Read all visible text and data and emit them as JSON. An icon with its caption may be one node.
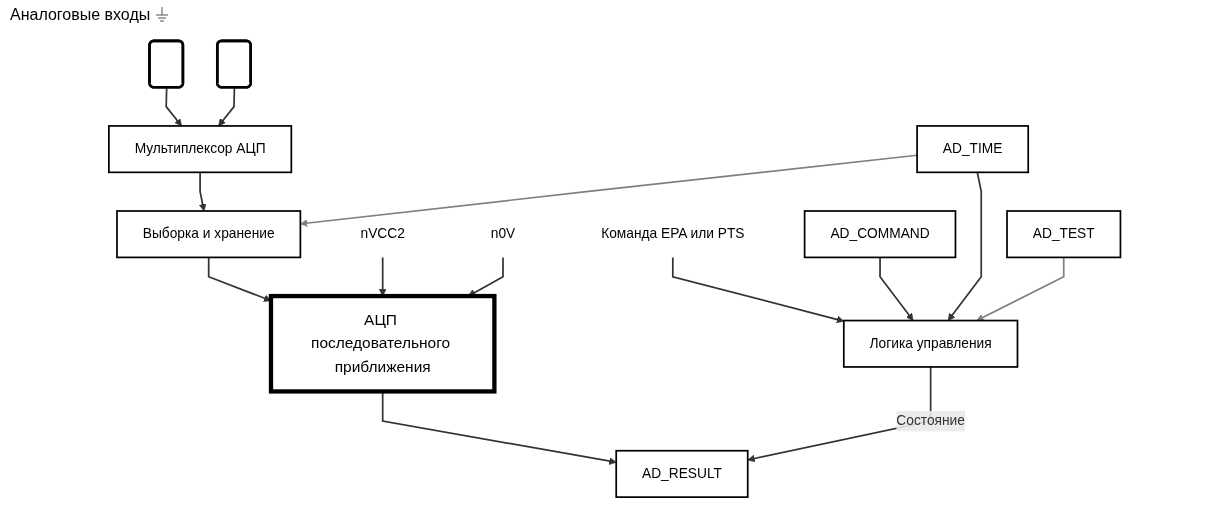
{
  "diagram": {
    "nodes": [
      {
        "text": [],
        "shape": "box"
      },
      {
        "text": [],
        "shape": "box"
      },
      {
        "text": [
          "Мультиплексор АЦП"
        ]
      },
      {
        "text": [
          "Выборка и хранение"
        ]
      },
      {
        "text": [
          "АЦП последовательного приближения"
        ]
      },
      {
        "text": [
          "nVCC2"
        ]
      },
      {
        "text": [
          "n0V"
        ]
      },
      {
        "text": [
          "Команда EPA или PTS"
        ]
      },
      {
        "text": [
          "Логика управления"
        ]
      },
      {
        "text": [
          "AD_RESULT"
        ]
      },
      {
        "text": [
          "AD_COMMAND"
        ]
      },
      {
        "text": [
          "AD_TIME"
        ]
      },
      {
        "text": [
          "AD_TEST"
        ]
      }
    ],
    "edges": [
      {
        "from": 0,
        "to": 2,
        "arrow": "to"
      },
      {
        "from": 1,
        "to": 2,
        "arrow": "to"
      },
      {
        "from": 2,
        "to": 3,
        "arrow": "to"
      },
      {
        "from": 3,
        "to": 4,
        "arrow": "to"
      },
      {
        "from": 5,
        "to": 4,
        "arrow": "to"
      },
      {
        "from": 6,
        "to": 4,
        "arrow": "to"
      },
      {
        "from": 7,
        "to": 8,
        "arrow": "to"
      },
      {
        "from": 4,
        "to": 9,
        "arrow": "to"
      },
      {
        "from": 8,
        "to": 9,
        "arrow": "to",
        "label": "Состояние"
      },
      {
        "from": 10,
        "to": 8,
        "arrow": "to"
      },
      {
        "from": 11,
        "to": 8,
        "arrow": "to"
      },
      {
        "from": 12,
        "to": 8,
        "arrow": "to",
        "color": "#808080"
      },
      {
        "from": 11,
        "to": 3,
        "arrow": "to",
        "color": "#808080"
      }
    ],
    "labels": [
      "Аналоговые входы"
    ]
  }
}
